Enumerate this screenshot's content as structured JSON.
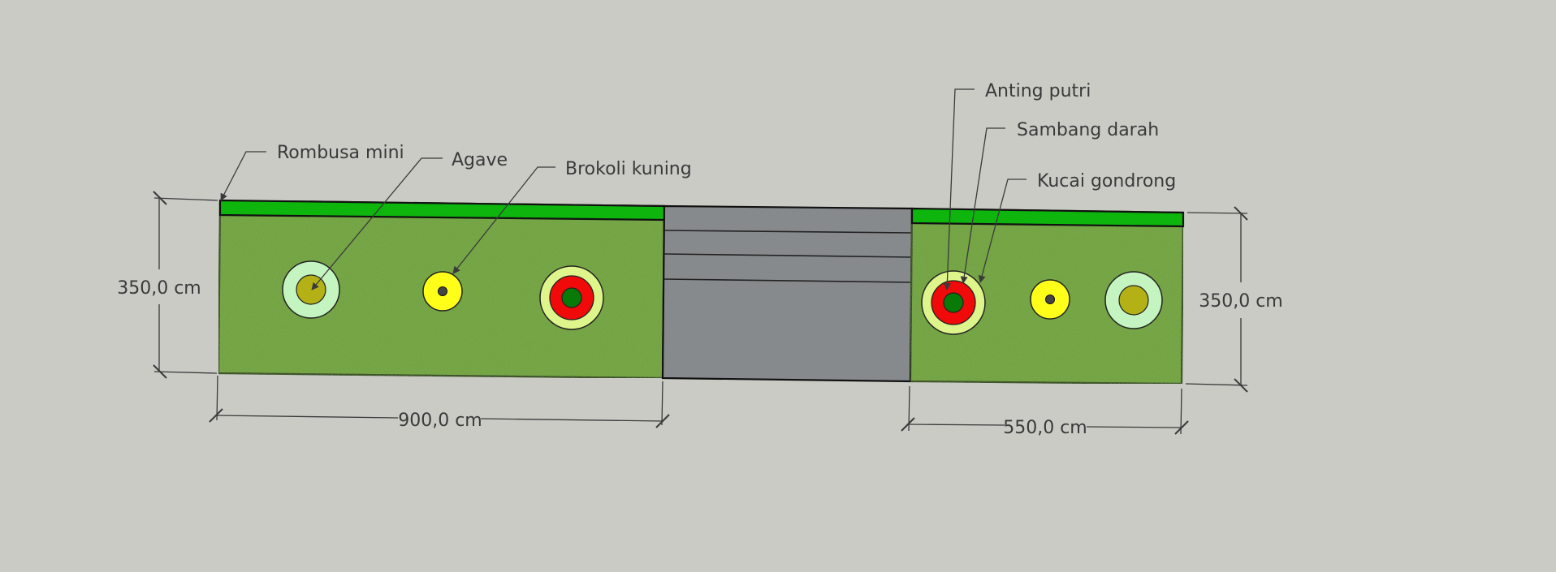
{
  "colors": {
    "background": "#cbcbc6",
    "lawn": "#6d9e3a",
    "border_strip": "#0db50d",
    "path": "#878a8d",
    "rombusa_mini_outer": "#c4f5c1",
    "rombusa_mini_inner": "#b3b116",
    "agave": "#ffff1a",
    "brokoli_outer": "#ddf58a",
    "brokoli_mid": "#f00a0a",
    "brokoli_inner": "#087a08",
    "agave_center": "#444444"
  },
  "labels": {
    "rombusa_mini": "Rombusa mini",
    "agave": "Agave",
    "brokoli_kuning": "Brokoli kuning",
    "anting_putri": "Anting putri",
    "sambang_darah": "Sambang darah",
    "kucai_gondrong": "Kucai gondrong"
  },
  "dimensions": {
    "left_height": "350,0 cm",
    "left_width": "900,0 cm",
    "right_height": "350,0 cm",
    "right_width": "550,0 cm"
  }
}
